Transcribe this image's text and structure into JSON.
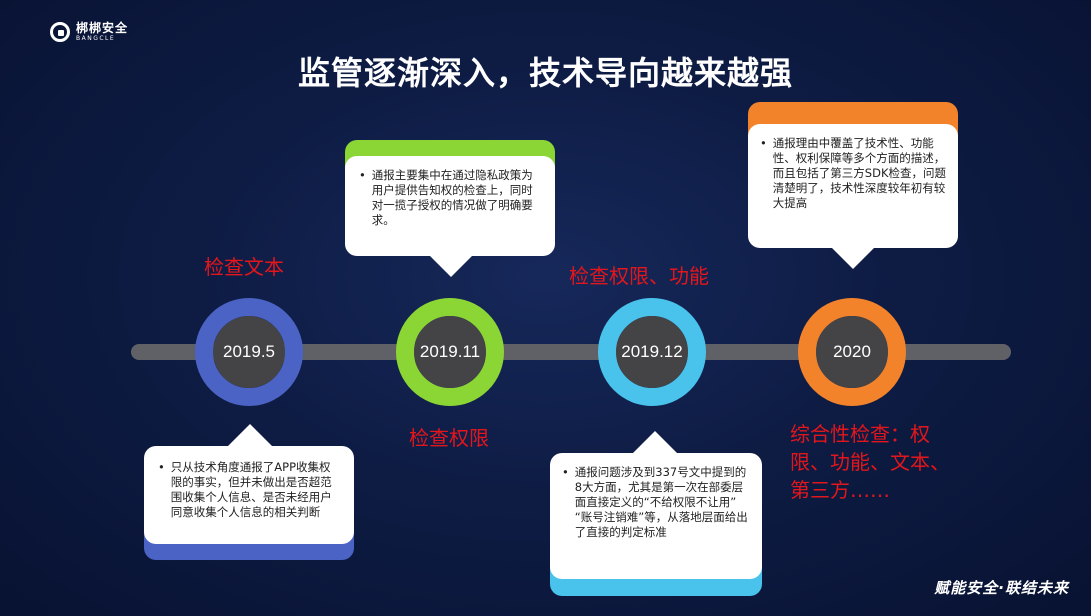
{
  "logo": {
    "name": "梆梆安全",
    "subtitle": "BANGCLE"
  },
  "title": "监管逐渐深入，技术导向越来越强",
  "timeline": [
    {
      "date": "2019.5",
      "color": "#4a63c4"
    },
    {
      "date": "2019.11",
      "color": "#8bd634"
    },
    {
      "date": "2019.12",
      "color": "#49c2ec"
    },
    {
      "date": "2020",
      "color": "#f2832b"
    }
  ],
  "labels": {
    "l1": "检查文本",
    "l2": "检查权限",
    "l3": "检查权限、功能",
    "l4": "综合性检查：权限、功能、文本、第三方……"
  },
  "cards": {
    "c1": "只从技术角度通报了APP收集权限的事实，但并未做出是否超范围收集个人信息、是否未经用户同意收集个人信息的相关判断",
    "c2": "通报主要集中在通过隐私政策为用户提供告知权的检查上，同时对一揽子授权的情况做了明确要求。",
    "c3": "通报问题涉及到337号文中提到的8大方面，尤其是第一次在部委层面直接定义的“不给权限不让用” “账号注销难”等，从落地层面给出了直接的判定标准",
    "c4": "通报理由中覆盖了技术性、功能性、权利保障等多个方面的描述，而且包括了第三方SDK检查，问题清楚明了，技术性深度较年初有较大提高"
  },
  "slogan": "赋能安全·联结未来",
  "colors": {
    "red_label": "#e3161b",
    "background": "#0e1c44"
  }
}
